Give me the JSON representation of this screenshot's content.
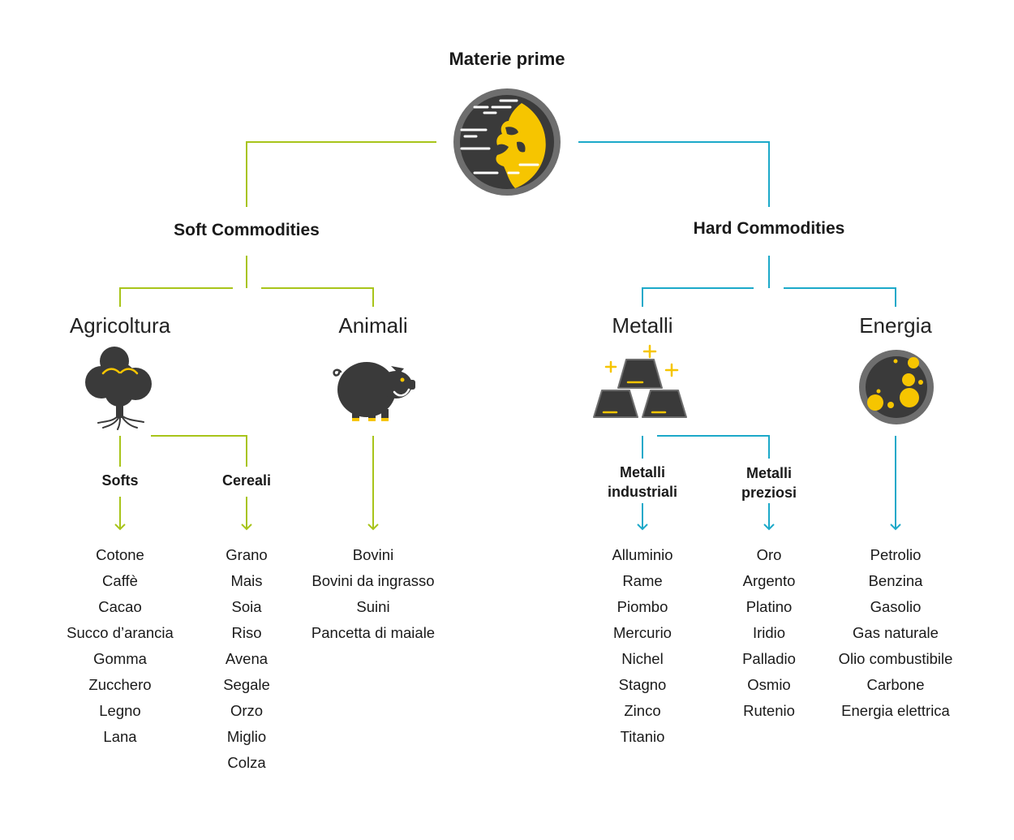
{
  "root": {
    "title": "Materie prime",
    "icon": "globe-icon"
  },
  "colors": {
    "soft": "#a8c41a",
    "hard": "#1ca9c9",
    "dark": "#3a3a3a",
    "accent": "#f6c500",
    "ring": "#6e6e6e"
  },
  "soft": {
    "title": "Soft Commodities",
    "agricoltura": {
      "label": "Agricoltura",
      "icon": "tree-icon",
      "softs": {
        "label": "Softs",
        "items": [
          "Cotone",
          "Caffè",
          "Cacao",
          "Succo d’arancia",
          "Gomma",
          "Zucchero",
          "Legno",
          "Lana"
        ]
      },
      "cereali": {
        "label": "Cereali",
        "items": [
          "Grano",
          "Mais",
          "Soia",
          "Riso",
          "Avena",
          "Segale",
          "Orzo",
          "Miglio",
          "Colza"
        ]
      }
    },
    "animali": {
      "label": "Animali",
      "icon": "pig-icon",
      "items": [
        "Bovini",
        "Bovini da ingrasso",
        "Suini",
        "Pancetta di maiale"
      ]
    }
  },
  "hard": {
    "title": "Hard Commodities",
    "metalli": {
      "label": "Metalli",
      "icon": "gold-bars-icon",
      "industriali": {
        "label": "Metalli industriali",
        "items": [
          "Alluminio",
          "Rame",
          "Piombo",
          "Mercurio",
          "Nichel",
          "Stagno",
          "Zinco",
          "Titanio"
        ]
      },
      "preziosi": {
        "label": "Metalli preziosi",
        "items": [
          "Oro",
          "Argento",
          "Platino",
          "Iridio",
          "Palladio",
          "Osmio",
          "Rutenio"
        ]
      }
    },
    "energia": {
      "label": "Energia",
      "icon": "oil-drop-icon",
      "items": [
        "Petrolio",
        "Benzina",
        "Gasolio",
        "Gas naturale",
        "Olio combustibile",
        "Carbone",
        "Energia elettrica"
      ]
    }
  }
}
